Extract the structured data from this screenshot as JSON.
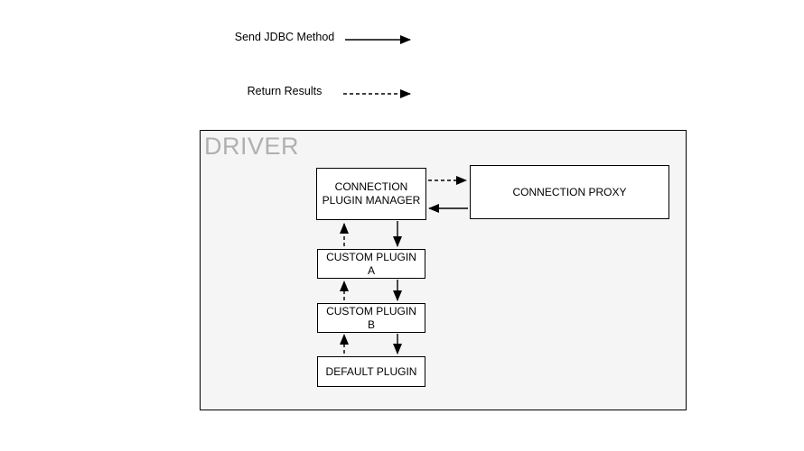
{
  "legend": {
    "items": [
      {
        "label": "Send JDBC Method",
        "line_style": "solid"
      },
      {
        "label": "Return Results",
        "line_style": "dashed"
      }
    ]
  },
  "diagram": {
    "container_label": "DRIVER",
    "nodes": [
      {
        "id": "connection-plugin-manager",
        "label": "CONNECTION PLUGIN MANAGER"
      },
      {
        "id": "connection-proxy",
        "label": "CONNECTION PROXY"
      },
      {
        "id": "custom-plugin-a",
        "label": "CUSTOM PLUGIN A"
      },
      {
        "id": "custom-plugin-b",
        "label": "CUSTOM PLUGIN B"
      },
      {
        "id": "default-plugin",
        "label": "DEFAULT PLUGIN"
      }
    ],
    "edges": [
      {
        "from": "connection-plugin-manager",
        "to": "connection-proxy",
        "style": "dashed"
      },
      {
        "from": "connection-proxy",
        "to": "connection-plugin-manager",
        "style": "solid"
      },
      {
        "from": "connection-plugin-manager",
        "to": "custom-plugin-a",
        "style": "solid"
      },
      {
        "from": "custom-plugin-a",
        "to": "connection-plugin-manager",
        "style": "dashed"
      },
      {
        "from": "custom-plugin-a",
        "to": "custom-plugin-b",
        "style": "solid"
      },
      {
        "from": "custom-plugin-b",
        "to": "custom-plugin-a",
        "style": "dashed"
      },
      {
        "from": "custom-plugin-b",
        "to": "default-plugin",
        "style": "solid"
      },
      {
        "from": "default-plugin",
        "to": "custom-plugin-b",
        "style": "dashed"
      }
    ]
  },
  "colors": {
    "driver_fill": "#f5f5f5",
    "driver_label": "#b0b0b0",
    "node_fill": "#ffffff",
    "node_border": "#000000",
    "line": "#000000"
  }
}
